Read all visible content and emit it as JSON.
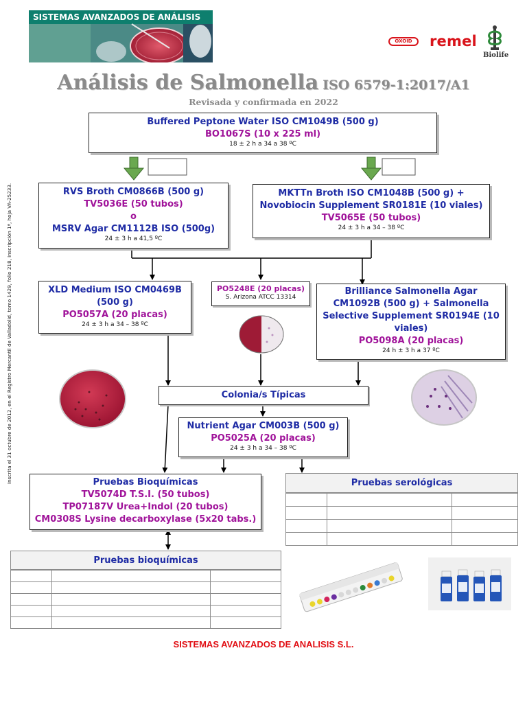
{
  "header": {
    "banner_title": "SISTEMAS AVANZADOS DE ANÁLISIS",
    "logos": {
      "oxoid": "OXOID",
      "remel": "remel",
      "biolife": "Biolife"
    }
  },
  "title": {
    "main": "Análisis de Salmonella",
    "standard": "ISO 6579-1:2017/A1",
    "subtitle": "Revisada y confirmada en 2022"
  },
  "side_text": "Inscrita el 31 octubre de 2012, en el Registro Mercantil de Valladolid,  tomo 1429, folio 218, inscripción 1ª, hoja VA-25233.",
  "boxes": {
    "bpw": {
      "line1": "Buffered Peptone Water ISO CM1049B (500 g)",
      "line2": "BO1067S (10 x 225 ml)",
      "cond": "18 ± 2 h a 34 a 38 ºC"
    },
    "rvs": {
      "line1": "RVS Broth CM0866B (500 g)",
      "line2": "TV5036E (50 tubos)",
      "line3": "o",
      "line4": "MSRV Agar CM1112B ISO (500g)",
      "cond": "24 ± 3 h a 41,5 ºC"
    },
    "mkttn": {
      "line1": "MKTTn Broth ISO CM1048B (500 g) +",
      "line2": "Novobiocin Supplement SR0181E (10 viales)",
      "line3": "TV5065E (50 tubos)",
      "cond": "24 ± 3 h a 34 – 38 ºC"
    },
    "xld": {
      "line1": "XLD Medium ISO CM0469B",
      "line2": "(500 g)",
      "line3": "PO5057A (20 placas)",
      "cond": "24 ± 3 h a 34 – 38 ºC"
    },
    "po5248": {
      "line1": "PO5248E (20 placas)",
      "line2": "S. Arizona ATCC 13314"
    },
    "brilliance": {
      "line1": "Brilliance Salmonella Agar",
      "line2": "CM1092B  (500 g) + Salmonella",
      "line3": "Selective Supplement SR0194E (10",
      "line4": "viales)",
      "line5": "PO5098A (20 placas)",
      "cond": "24 h ± 3 h a 37 ºC"
    },
    "colonias": {
      "label": "Colonia/s Típicas"
    },
    "nutrient": {
      "line1": "Nutrient Agar CM003B (500 g)",
      "line2": "PO5025A (20 placas)",
      "cond": "24 ± 3 h a 34 – 38 ºC"
    },
    "bioq": {
      "line1": "Pruebas Bioquímicas",
      "line2": "TV5074D T.S.I. (50 tubos)",
      "line3": "TP07187V Urea+Indol (20 tubos)",
      "line4": "CM0308S Lysine decarboxylase (5x20 tabs.)"
    }
  },
  "tables": {
    "serologicas": {
      "title": "Pruebas serológicas"
    },
    "bioquimicas": {
      "title": "Pruebas bioquímicas"
    }
  },
  "footer": "SISTEMAS AVANZADOS DE ANALISIS S.L."
}
